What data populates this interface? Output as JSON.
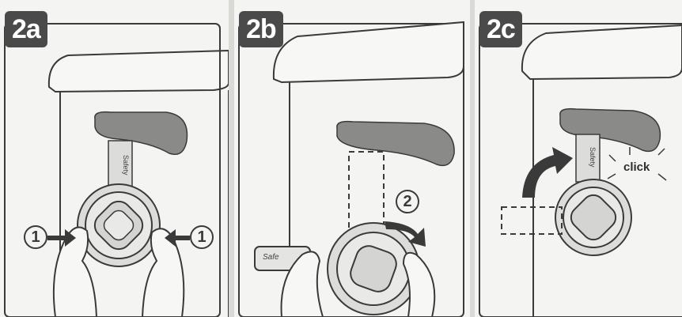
{
  "panels": [
    {
      "badge": "2a",
      "step_left": "1",
      "step_right": "1",
      "brand": "Safety"
    },
    {
      "badge": "2b",
      "step": "2",
      "brand": "Safety",
      "brand_side": "Safe"
    },
    {
      "badge": "2c",
      "brand": "Safety",
      "click_text": "click"
    }
  ],
  "colors": {
    "badge_bg": "#4a4a4a",
    "lever": "#8a8a88",
    "ink": "#3a3a3a",
    "paper": "#f4f4f2"
  }
}
